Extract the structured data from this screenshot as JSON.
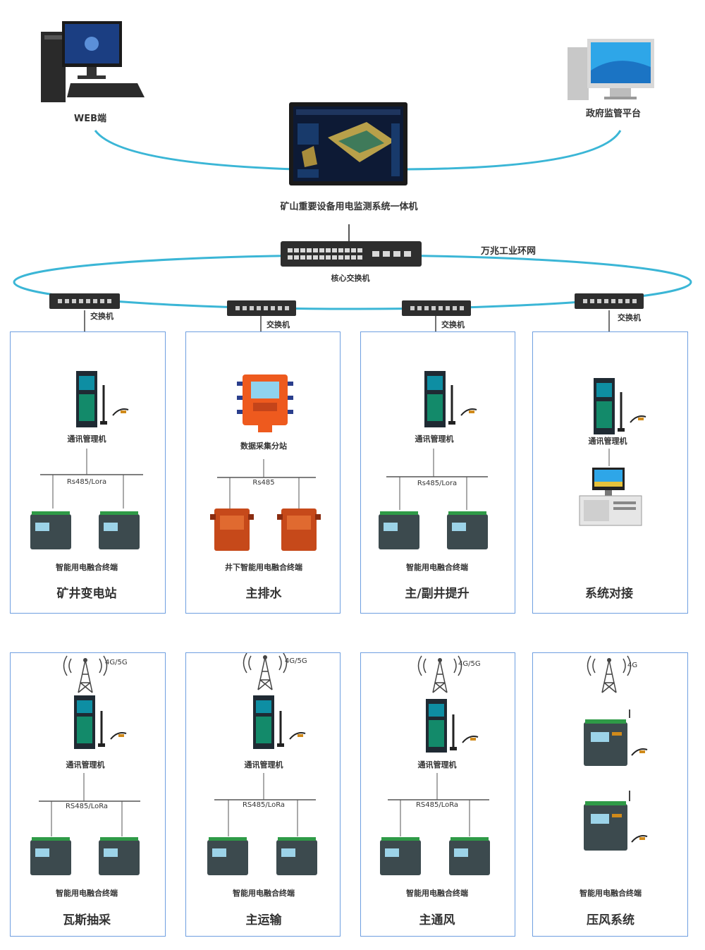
{
  "top": {
    "web_label": "WEB端",
    "gov_label": "政府监管平台",
    "main_label": "矿山重要设备用电监测系统一体机",
    "ring_label": "万兆工业环网",
    "core_switch_label": "核心交换机"
  },
  "switch_label": "交换机",
  "row1": [
    {
      "device": "通讯管理机",
      "bus": "Rs485/Lora",
      "terminal": "智能用电融合终端",
      "title": "矿井变电站"
    },
    {
      "device": "数据采集分站",
      "bus": "Rs485",
      "terminal": "井下智能用电融合终端",
      "title": "主排水"
    },
    {
      "device": "通讯管理机",
      "bus": "Rs485/Lora",
      "terminal": "智能用电融合终端",
      "title": "主/副井提升"
    },
    {
      "device": "通讯管理机",
      "bus": "",
      "terminal": "",
      "title": "系统对接"
    }
  ],
  "row2": [
    {
      "net": "4G/5G",
      "device": "通讯管理机",
      "bus": "RS485/LoRa",
      "terminal": "智能用电融合终端",
      "title": "瓦斯抽采"
    },
    {
      "net": "4G/5G",
      "device": "通讯管理机",
      "bus": "RS485/LoRa",
      "terminal": "智能用电融合终端",
      "title": "主运输"
    },
    {
      "net": "4G/5G",
      "device": "通讯管理机",
      "bus": "RS485/LoRa",
      "terminal": "智能用电融合终端",
      "title": "主通风"
    },
    {
      "net": "4G",
      "device": "",
      "bus": "",
      "terminal": "智能用电融合终端",
      "title": "压风系统"
    }
  ]
}
